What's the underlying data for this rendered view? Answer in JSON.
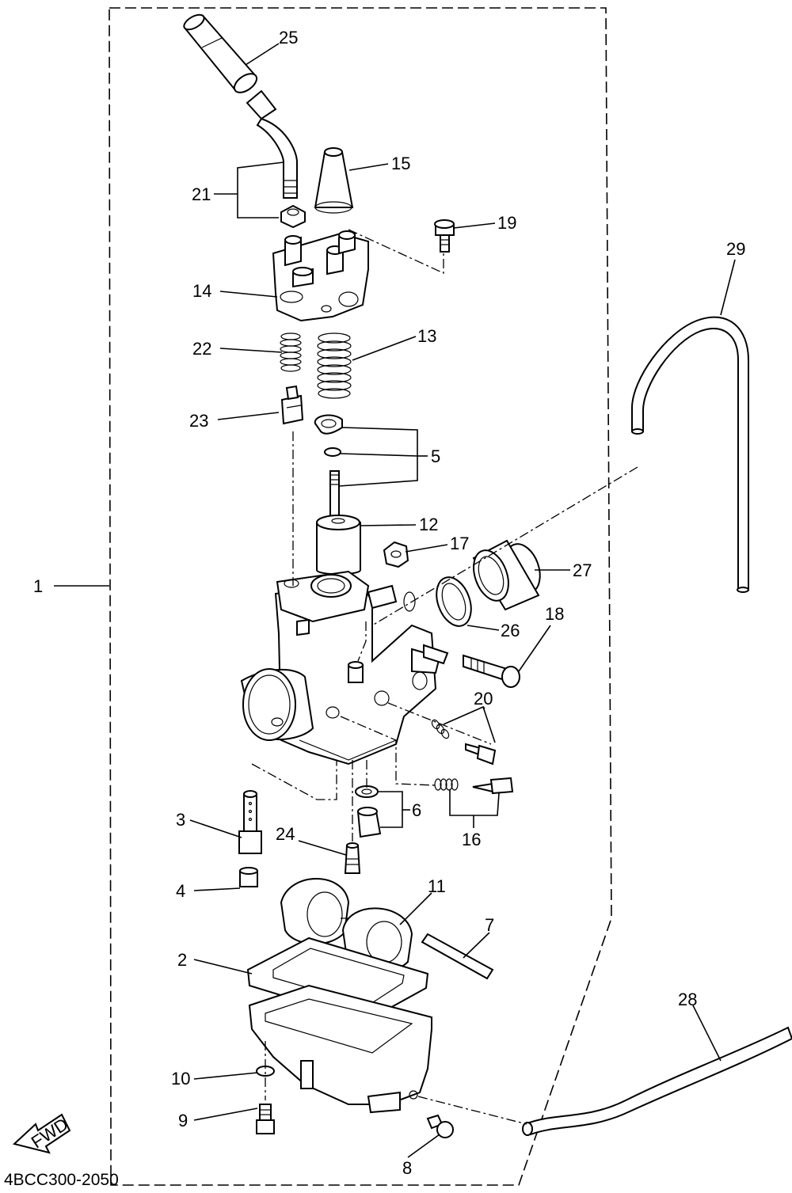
{
  "diagram": {
    "code": "4BCC300-2050",
    "fwd_label": "FWD",
    "part_numbers": [
      "1",
      "2",
      "3",
      "4",
      "5",
      "6",
      "7",
      "8",
      "9",
      "10",
      "11",
      "12",
      "13",
      "14",
      "15",
      "16",
      "17",
      "18",
      "19",
      "20",
      "21",
      "22",
      "23",
      "24",
      "25",
      "26",
      "27",
      "28",
      "29"
    ]
  }
}
